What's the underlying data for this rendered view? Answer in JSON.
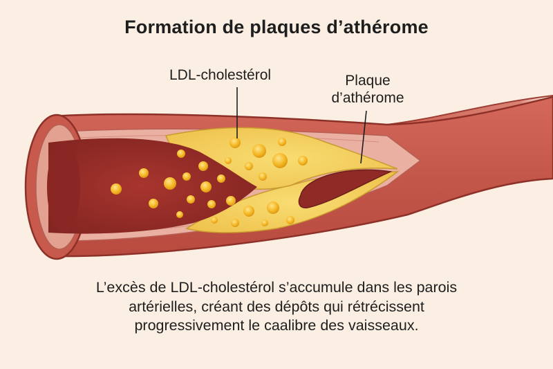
{
  "title": "Formation de plaques d’athérome",
  "labels": {
    "ldl": "LDL-cholestérol",
    "plaque_line1": "Plaque",
    "plaque_line2": "d’athérome"
  },
  "caption": {
    "line1": "L’excès de LDL-cholestérol s’accumule dans les parois",
    "line2": "artérielles, créant des dépôts qui rétrécissent",
    "line3": "progressivement le caalibre des vaisseaux."
  },
  "colors": {
    "background": "#fbefe3",
    "artery_wall": "#c65548",
    "artery_inner": "#e9a79a",
    "lumen": "#9a2f2a",
    "plaque": "#f4cf57",
    "ldl_particle": "#f2b51f"
  }
}
